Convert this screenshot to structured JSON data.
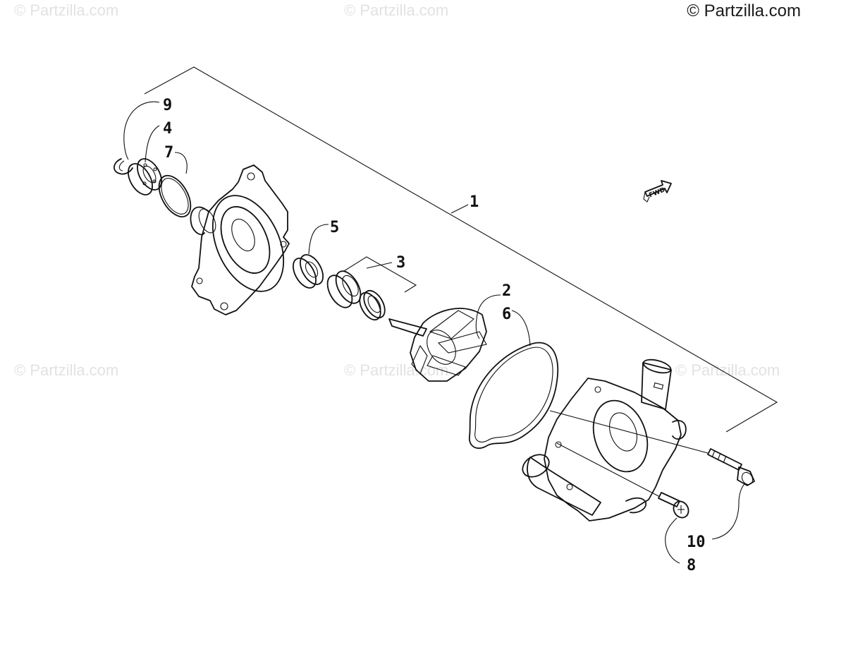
{
  "watermarks": {
    "corner": "© Partzilla.com",
    "faint": "© Partzilla.com"
  },
  "direction_label": "FWD",
  "callouts": {
    "c1": "1",
    "c2": "2",
    "c3": "3",
    "c4": "4",
    "c5": "5",
    "c6": "6",
    "c7": "7",
    "c8": "8",
    "c9": "9",
    "c10": "10"
  }
}
